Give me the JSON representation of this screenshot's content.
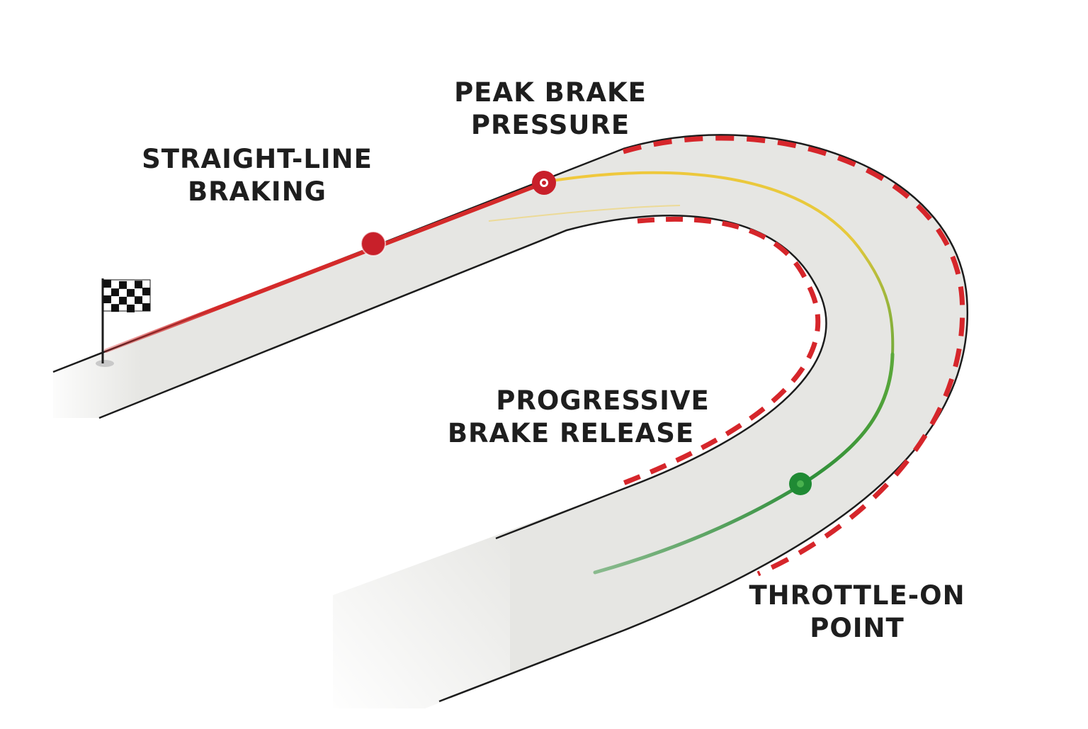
{
  "labels": {
    "straight_line_braking": [
      "STRAIGHT-LINE",
      "BRAKING"
    ],
    "peak_brake_pressure": [
      "PEAK BRAKE",
      "PRESSURE"
    ],
    "progressive_brake_release": [
      "PROGRESSIVE",
      "BRAKE RELEASE"
    ],
    "throttle_on_point": [
      "THROTTLE-ON",
      "POINT"
    ]
  },
  "colors": {
    "background": "#ffffff",
    "track_surface": "#e6e6e3",
    "track_edge": "#1c1c1c",
    "kerb_red": "#d6262b",
    "kerb_white": "#ffffff",
    "brake_line": "#d42a2a",
    "release_line": "#f0c63a",
    "throttle_line": "#2c8c3a",
    "label_text": "#1e1e1e"
  },
  "icons": {
    "start_marker": "checkered-flag-icon",
    "brake_point": "red-marker-dot",
    "peak_point": "red-ring-marker",
    "throttle_point": "green-marker-dot"
  }
}
